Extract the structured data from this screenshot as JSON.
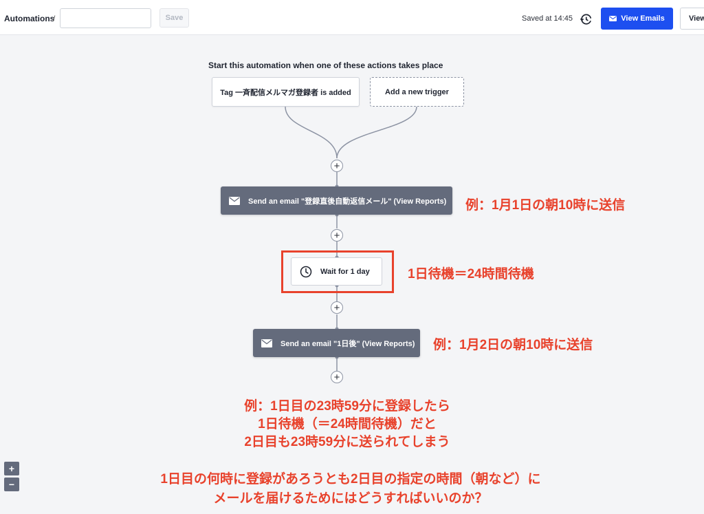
{
  "header": {
    "breadcrumb": "Automations",
    "separator": "/",
    "name_value": "",
    "save_label": "Save",
    "saved_status": "Saved at 14:45",
    "view_emails_label": "View Emails",
    "view_more_label": "View",
    "accent_color": "#1d4ff0"
  },
  "workflow": {
    "heading": "Start this automation when one of these actions takes place",
    "triggers": [
      {
        "label": "Tag 一斉配信メルマガ登録者 is added"
      },
      {
        "label": "Add a new trigger"
      }
    ],
    "steps": [
      {
        "type": "email",
        "label": "Send an email \"登録直後自動返信メール\" (View Reports)",
        "icon": "envelope-icon"
      },
      {
        "type": "wait",
        "label": "Wait for 1 day",
        "icon": "clock-icon"
      },
      {
        "type": "email",
        "label": "Send an email \"1日後\" (View Reports)",
        "icon": "envelope-icon"
      }
    ],
    "add_symbol": "+"
  },
  "annotations": {
    "email1_note": "例：1月1日の朝10時に送信",
    "wait_note": "1日待機＝24時間待機",
    "email2_note": "例：1月2日の朝10時に送信",
    "example_lines": [
      "例：1日目の23時59分に登録したら",
      "1日待機（＝24時間待機）だと",
      "2日目も23時59分に送られてしまう"
    ],
    "question_lines": [
      "1日目の何時に登録があろうとも2日目の指定の時間（朝など）に",
      "メールを届けるためにはどうすればいいのか？"
    ],
    "color": "#e8422c"
  },
  "zoom": {
    "in": "+",
    "out": "−"
  }
}
